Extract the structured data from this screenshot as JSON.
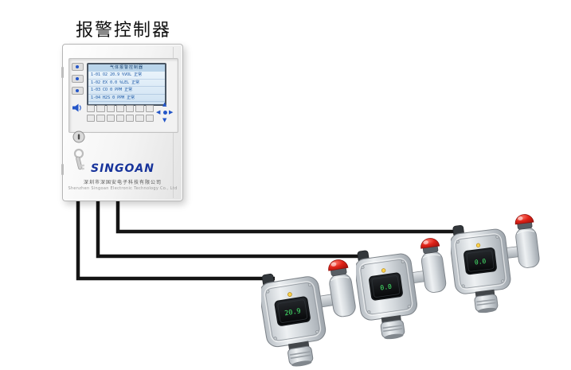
{
  "page": {
    "title_label": "报警控制器"
  },
  "controller": {
    "brand": "SINGOAN",
    "company_cn": "深圳市深国安电子科技有限公司",
    "company_en": "Shenzhen Singoan Electronic Technology Co., Ltd",
    "lcd": {
      "header": "气体报警控制器",
      "rows": [
        "1-01 O2  20.9 %VOL 正常",
        "1-02 EX   0.0 %LEL 正常",
        "1-03 CO    0  PPM  正常",
        "1-04 H2S   0  PPM  正常"
      ]
    }
  },
  "detectors": [
    {
      "reading": "20.9"
    },
    {
      "reading": "0.0"
    },
    {
      "reading": "0.0"
    }
  ],
  "colors": {
    "brand_blue": "#17339b",
    "cable_black": "#141414",
    "beacon_red": "#d21b12",
    "lcd_text": "#1d5aa8",
    "screen_green": "#45e86b"
  }
}
